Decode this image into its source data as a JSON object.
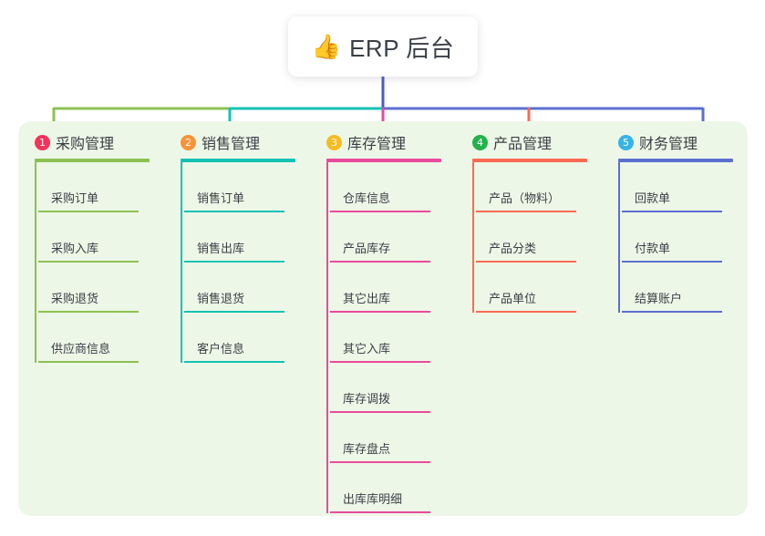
{
  "root": {
    "emoji": "👍",
    "emoji_name": "thumbs-up-icon",
    "title": "ERP 后台"
  },
  "theme": {
    "page_background": "#ffffff",
    "panel_background": "#edf7e7",
    "text_color": "#3b3f45",
    "trunk_color": "#4c58c8"
  },
  "columns": [
    {
      "number": "1",
      "title": "采购管理",
      "badge_color": "#f5325b",
      "line_color": "#8cc152",
      "items": [
        {
          "label": "采购订单"
        },
        {
          "label": "采购入库"
        },
        {
          "label": "采购退货"
        },
        {
          "label": "供应商信息"
        }
      ]
    },
    {
      "number": "2",
      "title": "销售管理",
      "badge_color": "#f89236",
      "line_color": "#14c2b4",
      "items": [
        {
          "label": "销售订单"
        },
        {
          "label": "销售出库"
        },
        {
          "label": "销售退货"
        },
        {
          "label": "客户信息"
        }
      ]
    },
    {
      "number": "3",
      "title": "库存管理",
      "badge_color": "#f7bb22",
      "line_color": "#ea4a9c",
      "items": [
        {
          "label": "仓库信息"
        },
        {
          "label": "产品库存"
        },
        {
          "label": "其它出库"
        },
        {
          "label": "其它入库"
        },
        {
          "label": "库存调拨"
        },
        {
          "label": "库存盘点"
        },
        {
          "label": "出库库明细"
        }
      ]
    },
    {
      "number": "4",
      "title": "产品管理",
      "badge_color": "#22b24c",
      "line_color": "#fb6a52",
      "items": [
        {
          "label": "产品（物料）"
        },
        {
          "label": "产品分类"
        },
        {
          "label": "产品单位"
        }
      ]
    },
    {
      "number": "5",
      "title": "财务管理",
      "badge_color": "#35b3e8",
      "line_color": "#5b6fd0",
      "items": [
        {
          "label": "回款单"
        },
        {
          "label": "付款单"
        },
        {
          "label": "结算账户"
        }
      ]
    }
  ],
  "connector_segments": [
    {
      "name": "bus-segment-purchase",
      "color": "#8cc152"
    },
    {
      "name": "bus-segment-sales",
      "color": "#14c2b4"
    },
    {
      "name": "bus-segment-right",
      "color": "#5b6fd0"
    }
  ]
}
